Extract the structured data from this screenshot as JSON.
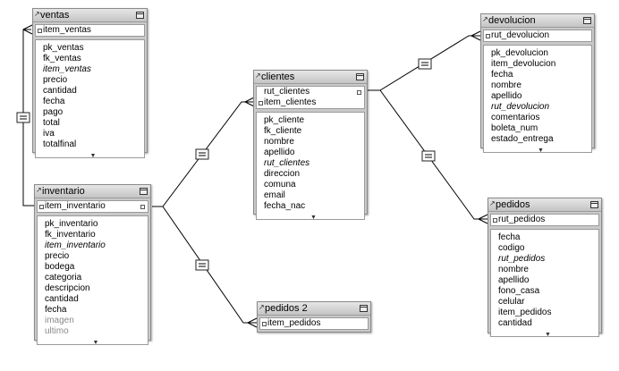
{
  "tables": {
    "ventas": {
      "title": "ventas",
      "keys": [
        "item_ventas"
      ],
      "fields": [
        "pk_ventas",
        "fk_ventas",
        "item_ventas",
        "precio",
        "cantidad",
        "fecha",
        "pago",
        "total",
        "iva",
        "totalfinal"
      ]
    },
    "inventario": {
      "title": "inventario",
      "keys": [
        "item_inventario"
      ],
      "fields": [
        "pk_inventario",
        "fk_inventario",
        "item_inventario",
        "precio",
        "bodega",
        "categoria",
        "descripcion",
        "cantidad",
        "fecha",
        "imagen",
        "ultimo"
      ]
    },
    "clientes": {
      "title": "clientes",
      "keys": [
        "rut_clientes",
        "item_clientes"
      ],
      "fields": [
        "pk_cliente",
        "fk_cliente",
        "nombre",
        "apellido",
        "rut_clientes",
        "direccion",
        "comuna",
        "email",
        "fecha_nac"
      ]
    },
    "pedidos2": {
      "title": "pedidos 2",
      "keys": [
        "item_pedidos"
      ],
      "fields": []
    },
    "devolucion": {
      "title": "devolucion",
      "keys": [
        "rut_devolucion"
      ],
      "fields": [
        "pk_devolucion",
        "item_devolucion",
        "fecha",
        "nombre",
        "apellido",
        "rut_devolucion",
        "comentarios",
        "boleta_num",
        "estado_entrega"
      ]
    },
    "pedidos": {
      "title": "pedidos",
      "keys": [
        "rut_pedidos"
      ],
      "fields": [
        "fecha",
        "codigo",
        "rut_pedidos",
        "nombre",
        "apellido",
        "fono_casa",
        "celular",
        "item_pedidos",
        "cantidad"
      ]
    }
  }
}
